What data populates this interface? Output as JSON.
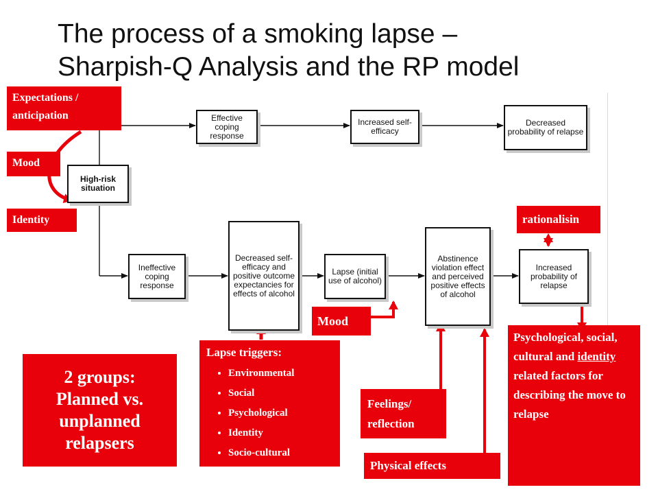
{
  "title": {
    "line1": "The process of a smoking lapse –",
    "line2": "Sharpish-Q Analysis and the RP model"
  },
  "model": {
    "high_risk": "High-risk situation",
    "effective_coping": "Effective coping response",
    "increased_efficacy": "Increased self-efficacy",
    "decreased_relapse": "Decreased probability of relapse",
    "ineffective_coping": "Ineffective coping response",
    "decreased_efficacy": "Decreased self-efficacy and positive outcome expectancies for effects of alcohol",
    "lapse": "Lapse (initial use of alcohol)",
    "ave": "Abstinence violation effect and perceived positive effects of alcohol",
    "increased_relapse": "Increased probability of relapse"
  },
  "annotations": {
    "expectations": "Expectations / anticipation",
    "mood_top": "Mood",
    "identity": "Identity",
    "rationalising": "rationalisin",
    "mood_mid": "Mood",
    "lapse_triggers": {
      "heading": "Lapse triggers:",
      "items": [
        "Environmental",
        "Social",
        "Psychological",
        "Identity",
        "Socio-cultural"
      ]
    },
    "feelings": "Feelings/ reflection",
    "physical": "Physical effects",
    "groups": "2 groups: Planned vs. unplanned relapsers",
    "psych_before": "Psychological, social, cultural and ",
    "psych_underlined": "identity",
    "psych_after": " related factors for describing the move to relapse"
  },
  "colors": {
    "accent": "#e8000b",
    "box_border": "#111111",
    "box_shadow": "#c9c9c9"
  }
}
